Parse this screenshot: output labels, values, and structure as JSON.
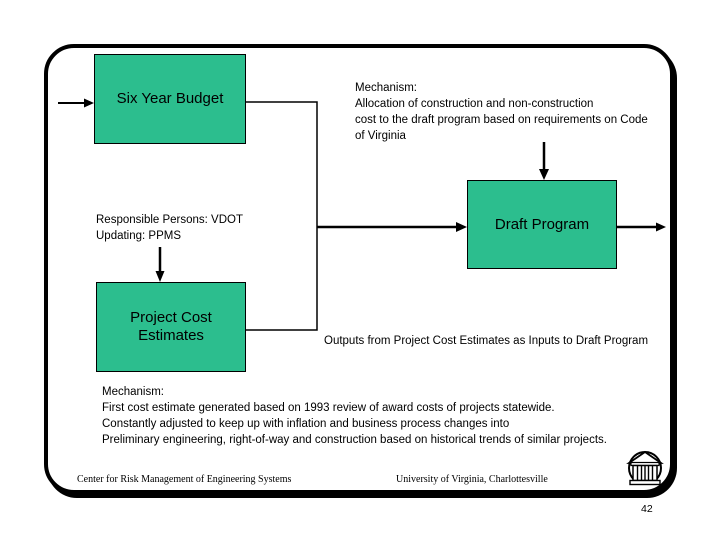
{
  "slide": {
    "boxes": {
      "six_year_budget": "Six Year Budget",
      "draft_program": "Draft Program",
      "project_cost_estimates": "Project Cost Estimates"
    },
    "annotations": {
      "mechanism_top": "Mechanism:\nAllocation of construction and non-construction\ncost to the draft program based on requirements on Code\nof Virginia",
      "responsible": "Responsible Persons: VDOT\nUpdating: PPMS",
      "outputs_caption": "Outputs from Project Cost Estimates as Inputs to Draft Program",
      "mechanism_bottom": "Mechanism:\nFirst cost estimate generated based on 1993 review of award costs of projects statewide.\nConstantly adjusted to keep up with inflation and business process changes into\nPreliminary engineering, right-of-way and construction based on historical trends of similar projects."
    },
    "footer": {
      "left": "Center for Risk Management of Engineering Systems",
      "right": "University of Virginia, Charlottesville"
    },
    "page_number": "42",
    "colors": {
      "box_fill": "#2CBE8E",
      "line": "#000000"
    },
    "icons": {
      "logo": "uva-rotunda"
    }
  }
}
